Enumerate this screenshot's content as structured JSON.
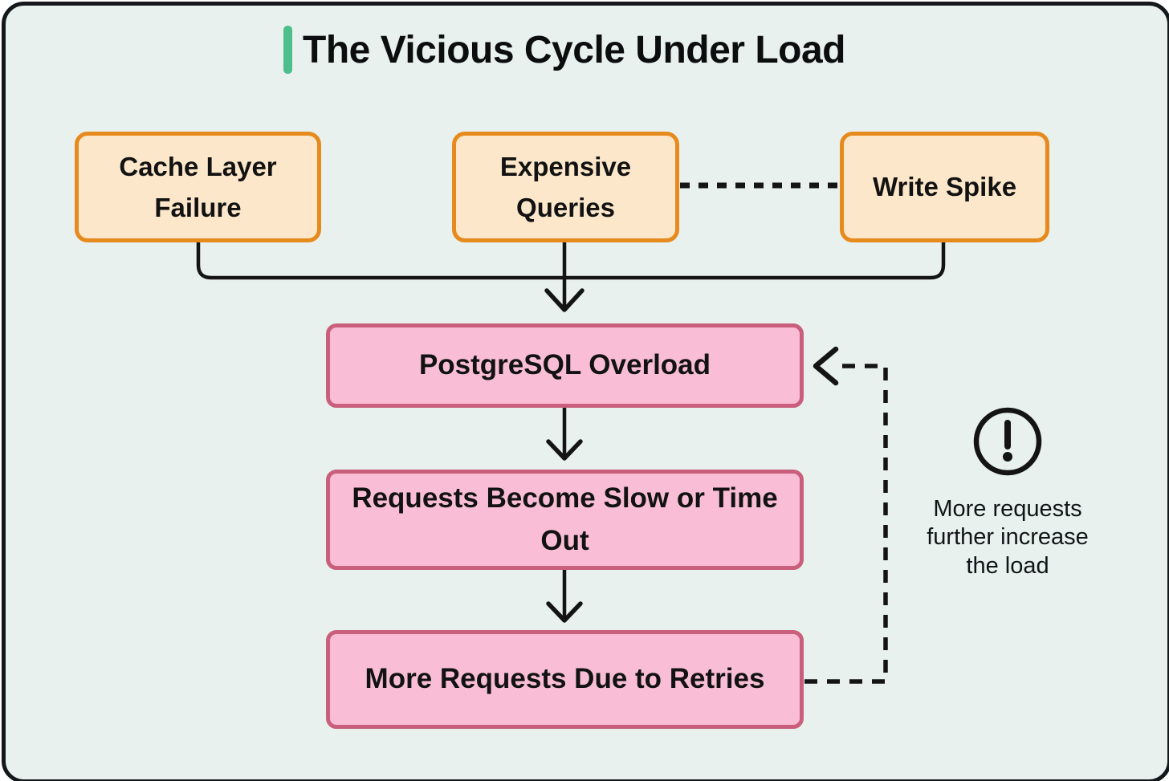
{
  "title": "The Vicious Cycle Under Load",
  "colors": {
    "background": "#e8f1ed",
    "frame": "#14181a",
    "line": "#141414",
    "accent_green": "#4ebe8c",
    "orange_fill": "#fce7ca",
    "orange_border": "#e78a1d",
    "pink_fill": "#f9bed5",
    "pink_border": "#c95f7d"
  },
  "causes": [
    {
      "label": "Cache Layer Failure"
    },
    {
      "label": "Expensive Queries"
    },
    {
      "label": "Write Spike"
    }
  ],
  "cycle": [
    {
      "label": "PostgreSQL Overload"
    },
    {
      "label": "Requests Become Slow or Time Out"
    },
    {
      "label": "More Requests Due to Retries"
    }
  ],
  "annotation": {
    "icon": "alert-circle-icon",
    "text": "More requests further increase the load"
  }
}
